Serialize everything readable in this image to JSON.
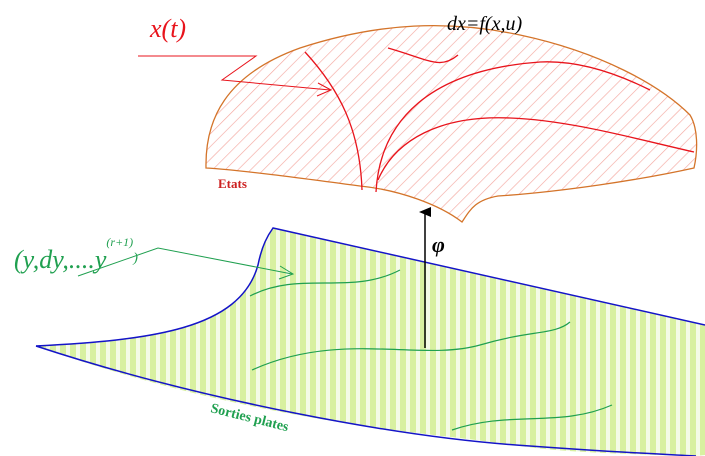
{
  "diagram": {
    "state_label": "x(t)",
    "dynamics_label": "dx=f(x,u)",
    "states_caption": "Etats",
    "map_label": "φ",
    "flat_output_base": "(y,dy,....y",
    "flat_output_sup": "(r+1)",
    "flat_output_close": ")",
    "flat_outputs_caption": "Sorties plates"
  },
  "colors": {
    "state_curves": "#e8141c",
    "state_hatch": "#f4a8a0",
    "state_outline": "#d4742a",
    "flat_fill": "#d8f0a0",
    "flat_stripe": "#ffffff",
    "flat_outline": "#1414c8",
    "flat_curves": "#20a050",
    "arrow": "#000000"
  }
}
